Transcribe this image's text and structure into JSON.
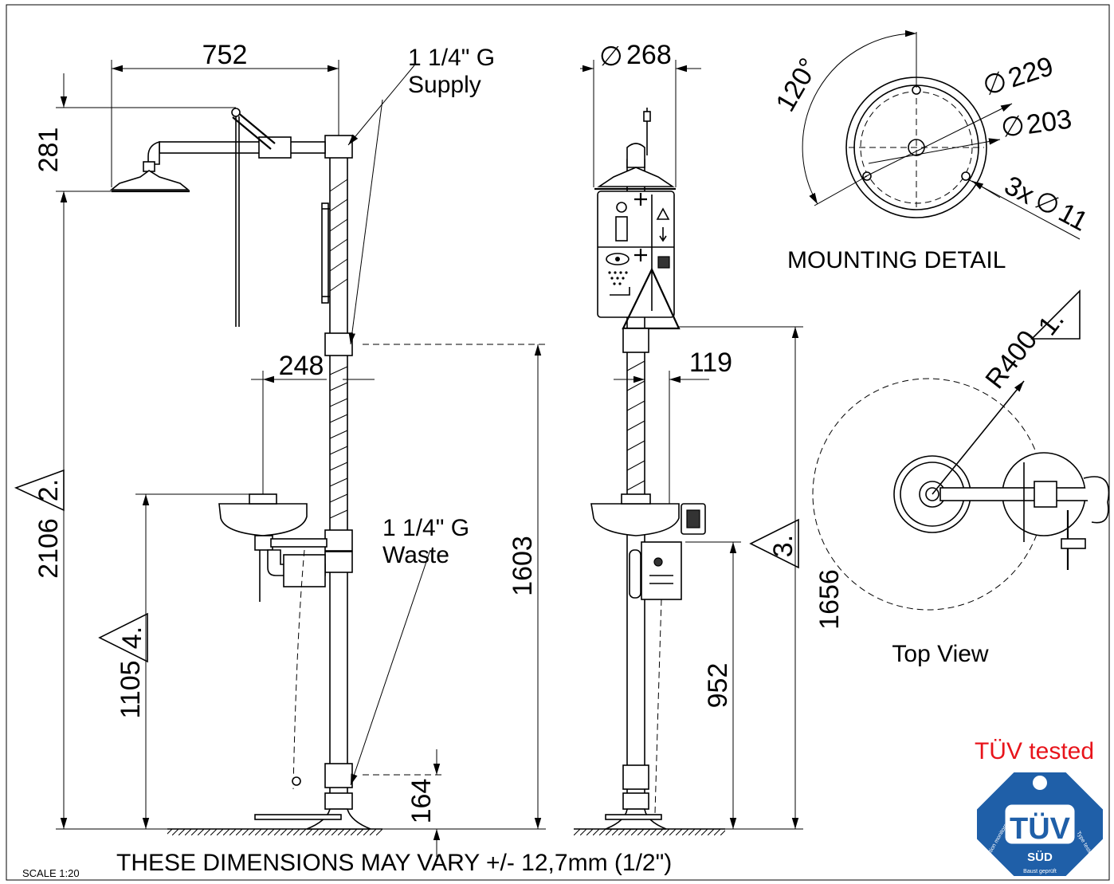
{
  "dimensions": {
    "shower_reach": "752",
    "shower_height": "281",
    "bowl_reach": "248",
    "total_height": "2106",
    "bowl_height": "1105",
    "supply_height": "1603",
    "waste_height": "164",
    "head_diameter": "268",
    "eyewash_offset": "119",
    "pull_height": "1656",
    "bowl_side_height": "952",
    "radius": "R400"
  },
  "diameter_symbol": "∅",
  "markers": {
    "m1": "1.",
    "m2": "2.",
    "m3": "3.",
    "m4": "4."
  },
  "labels": {
    "supply_line1": "1 1/4\" G",
    "supply_line2": "Supply",
    "waste_line1": "1 1/4\" G",
    "waste_line2": "Waste",
    "mounting_detail": "MOUNTING DETAIL",
    "top_view": "Top View",
    "disclaimer": "THESE DIMENSIONS MAY VARY +/- 12,7mm (1/2\")",
    "scale": "SCALE 1:20"
  },
  "mounting": {
    "angle": "120°",
    "d1": "229",
    "d2": "203",
    "holes_prefix": "3x",
    "holes_d": "11"
  },
  "certification": {
    "text": "TÜV tested",
    "seal_main": "TÜV",
    "seal_sub": "SÜD",
    "seal_left": "Production monitored",
    "seal_right": "Type tested",
    "seal_bottom": "Baust geprüft",
    "text_color": "#e8141b",
    "seal_color": "#1f5fa8"
  }
}
